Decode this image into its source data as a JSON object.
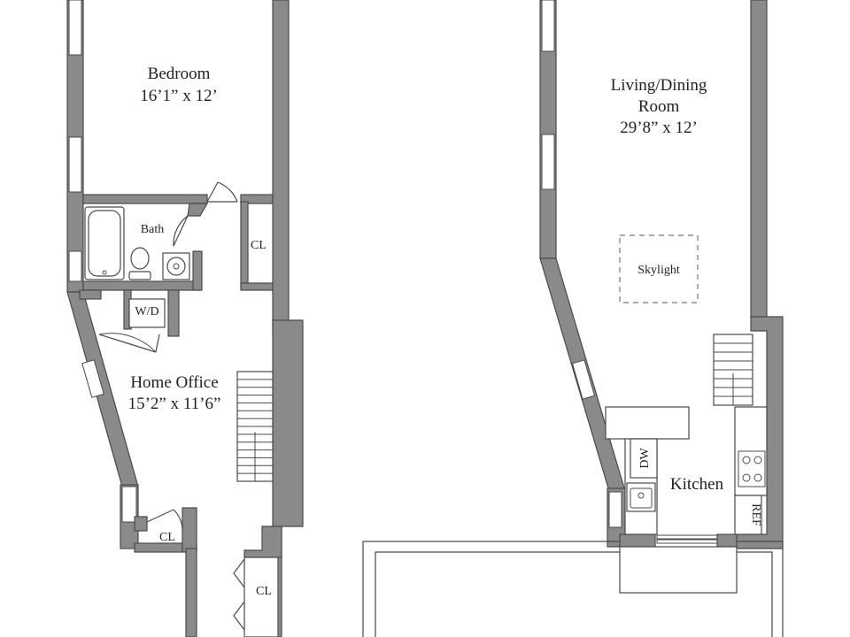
{
  "rooms": {
    "bedroom": {
      "name": "Bedroom",
      "size": "16’1” x 12’"
    },
    "bath": {
      "name": "Bath"
    },
    "wd": {
      "name": "W/D"
    },
    "closet_right": {
      "name": "CL"
    },
    "home_office": {
      "name": "Home Office",
      "size": "15’2” x 11’6”"
    },
    "closet_lower_left": {
      "name": "CL"
    },
    "closet_lower_right": {
      "name": "CL"
    },
    "living_dining": {
      "line1": "Living/Dining",
      "line2": "Room",
      "size": "29’8” x 12’"
    },
    "skylight": {
      "name": "Skylight"
    },
    "kitchen": {
      "name": "Kitchen"
    },
    "dishwasher": {
      "name": "DW"
    },
    "refrigerator": {
      "name": "REF"
    }
  }
}
